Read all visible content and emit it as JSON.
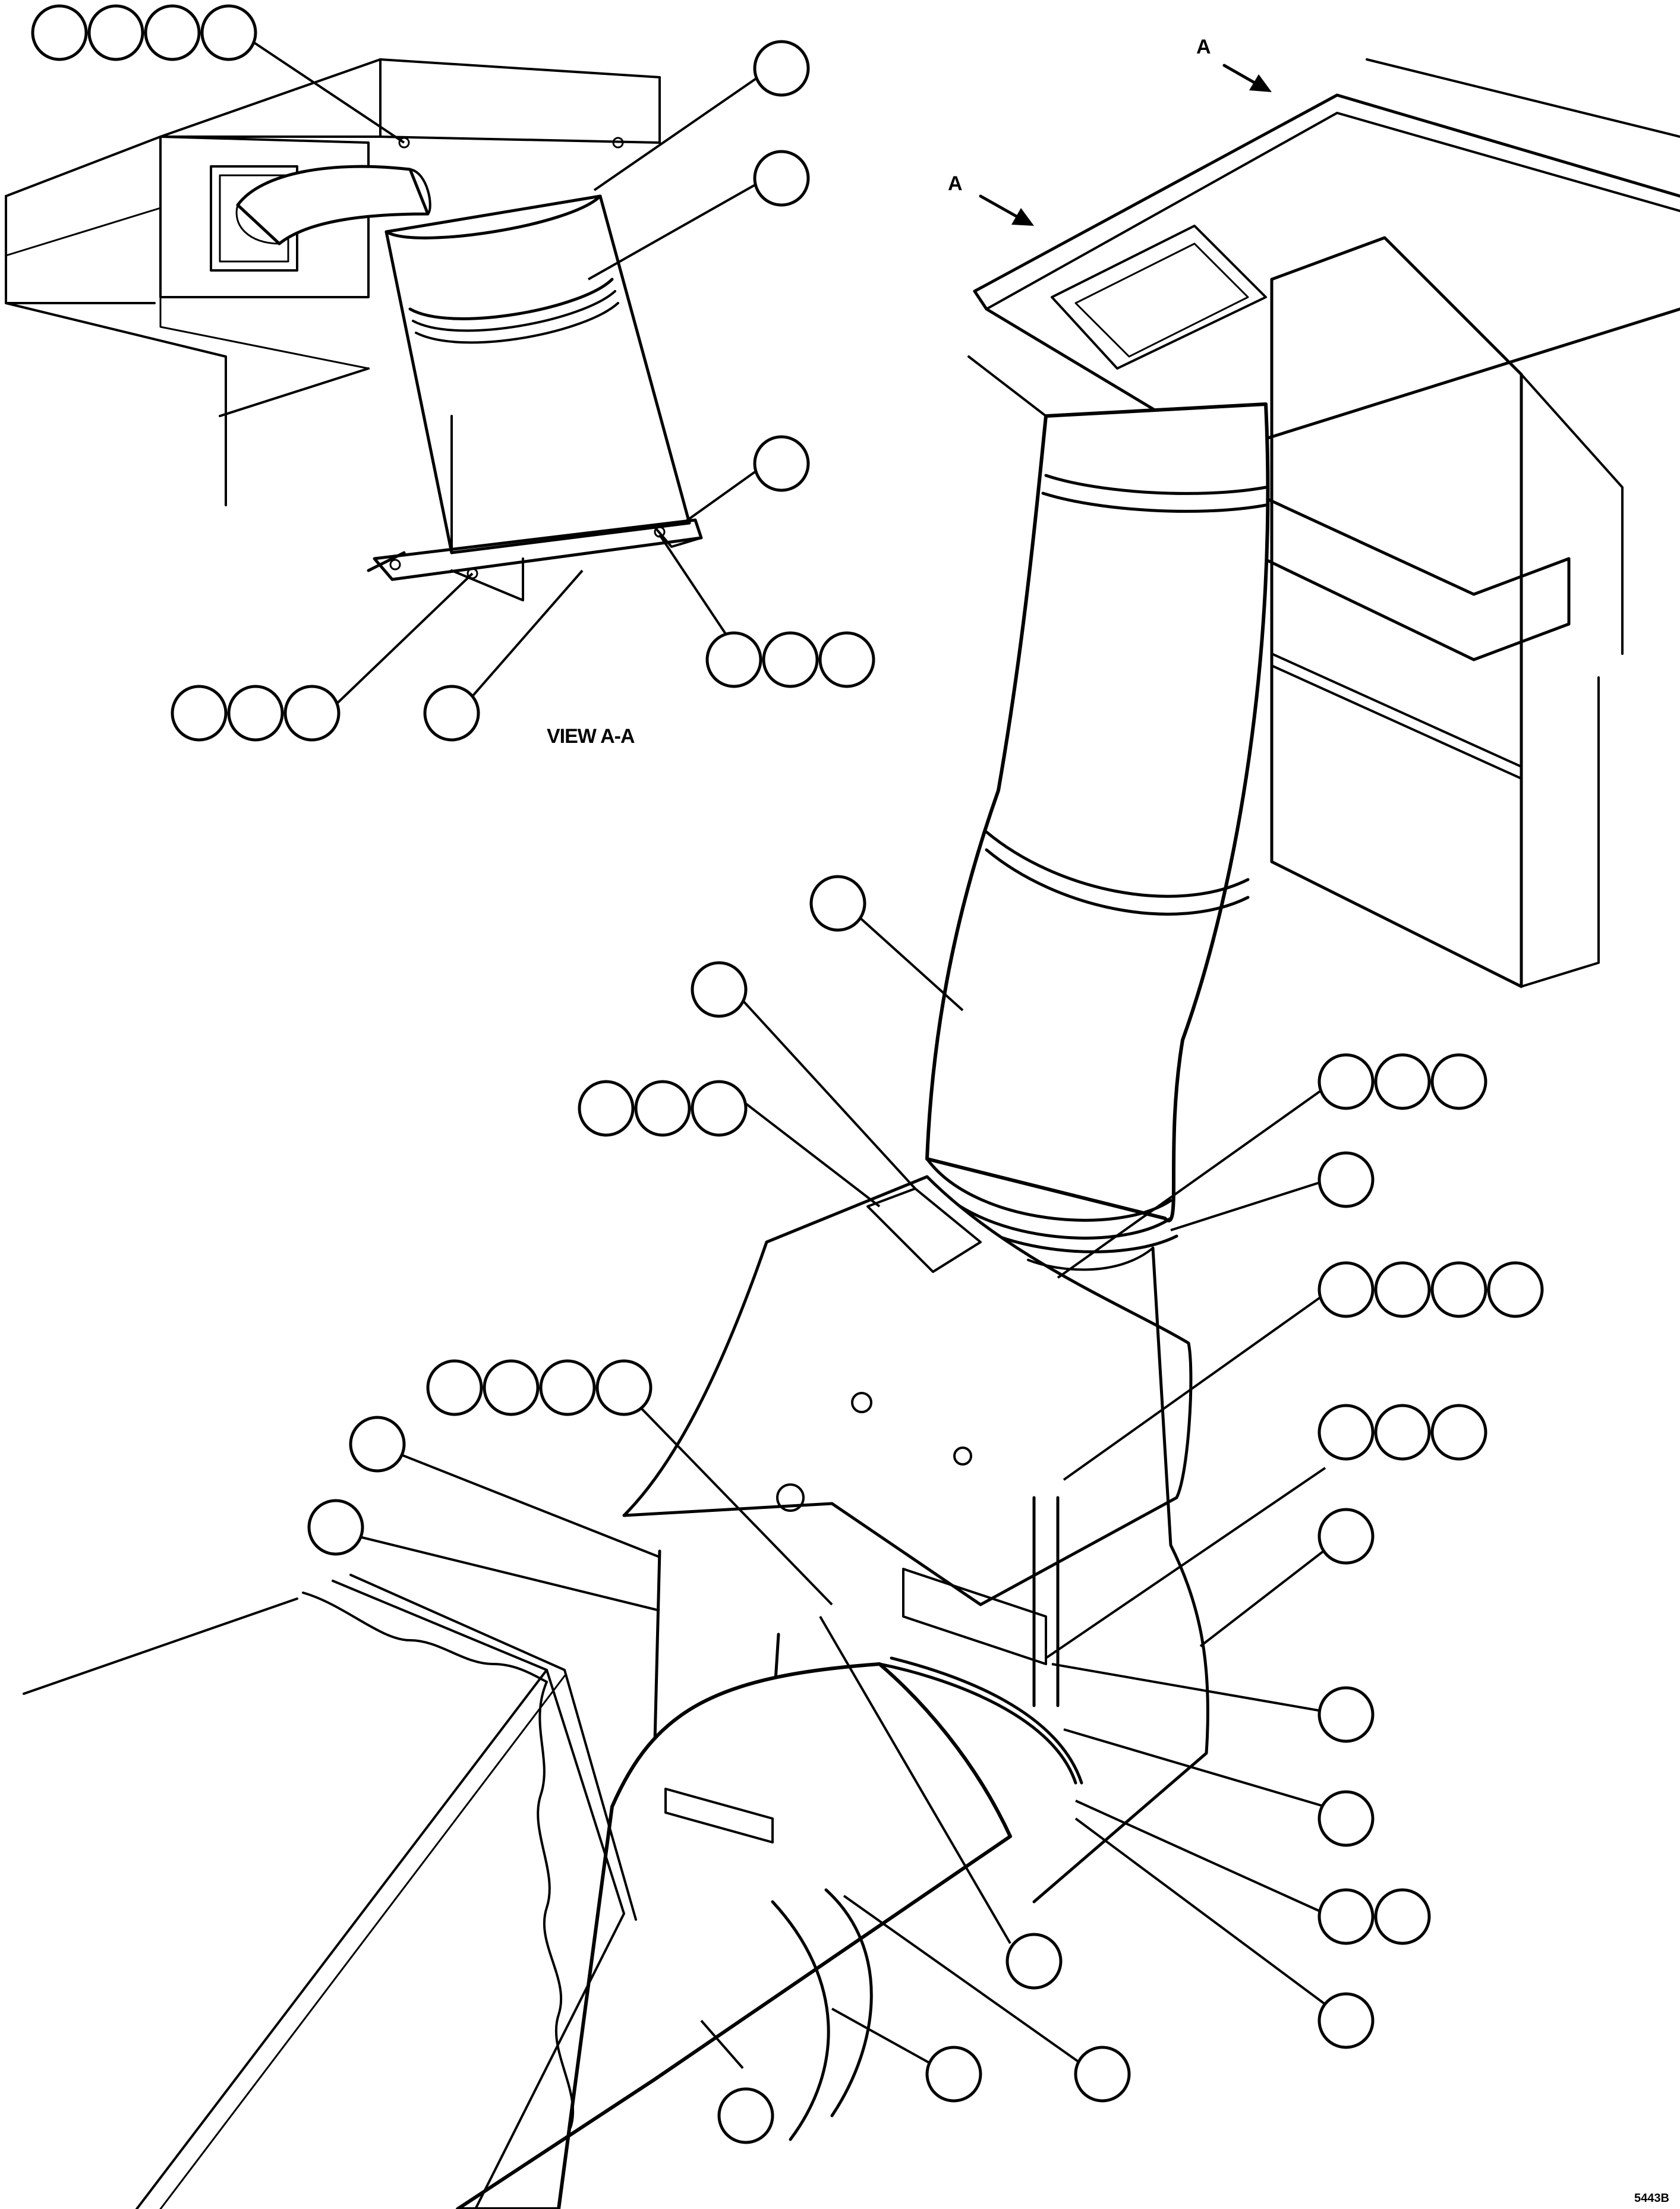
{
  "figure": {
    "section_arrow_letters": [
      "A",
      "A"
    ],
    "view_label": "VIEW A-A",
    "drawing_number": "5443B"
  },
  "callout_groups": [
    {
      "id": "top-left-four",
      "bubbles": 4
    },
    {
      "id": "viewaa-upper-right-single",
      "bubbles": 1
    },
    {
      "id": "viewaa-clamp-single",
      "bubbles": 1
    },
    {
      "id": "viewaa-bracket-single",
      "bubbles": 1
    },
    {
      "id": "viewaa-right-three",
      "bubbles": 3
    },
    {
      "id": "viewaa-left-three",
      "bubbles": 3
    },
    {
      "id": "viewaa-bottom-single",
      "bubbles": 1
    },
    {
      "id": "elbow-single",
      "bubbles": 1
    },
    {
      "id": "bracket-single",
      "bubbles": 1
    },
    {
      "id": "bracket-three",
      "bubbles": 3
    },
    {
      "id": "right-upper-three",
      "bubbles": 3
    },
    {
      "id": "right-clamp-single",
      "bubbles": 1
    },
    {
      "id": "right-four",
      "bubbles": 4
    },
    {
      "id": "left-four",
      "bubbles": 4
    },
    {
      "id": "rod-single-upper",
      "bubbles": 1
    },
    {
      "id": "rod-single-lower",
      "bubbles": 1
    },
    {
      "id": "right-mid-three",
      "bubbles": 3
    },
    {
      "id": "right-pipe-single",
      "bubbles": 1
    },
    {
      "id": "right-band-single",
      "bubbles": 1
    },
    {
      "id": "right-clamp-lower-single",
      "bubbles": 1
    },
    {
      "id": "right-two",
      "bubbles": 2
    },
    {
      "id": "right-bottom-single",
      "bubbles": 1
    },
    {
      "id": "lower-mid-single",
      "bubbles": 1
    },
    {
      "id": "bottom-right-single",
      "bubbles": 1
    },
    {
      "id": "bottom-center-single",
      "bubbles": 1
    },
    {
      "id": "bottom-left-single",
      "bubbles": 1
    }
  ]
}
